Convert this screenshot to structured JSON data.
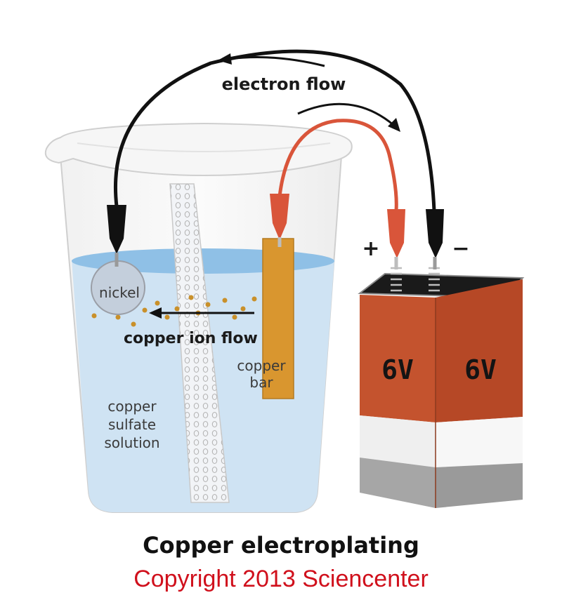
{
  "labels": {
    "electron_flow": "electron flow",
    "copper_ion_flow": "copper ion flow",
    "nickel": "nickel",
    "copper_bar_line1": "copper",
    "copper_bar_line2": "bar",
    "solution_line1": "copper",
    "solution_line2": "sulfate",
    "solution_line3": "solution",
    "plus": "+",
    "minus": "−",
    "battery_front": "6V",
    "battery_side": "6V"
  },
  "caption": {
    "title": "Copper electroplating",
    "copyright": "Copyright 2013 Sciencenter"
  },
  "colors": {
    "copyright": "#d0101c",
    "wire_red": "#d9553a",
    "wire_black": "#111111",
    "battery_orange": "#c4532e",
    "copper_bar": "#d9962f",
    "solution": "#cfe3f3",
    "solution_surface": "#8fc0e6"
  }
}
